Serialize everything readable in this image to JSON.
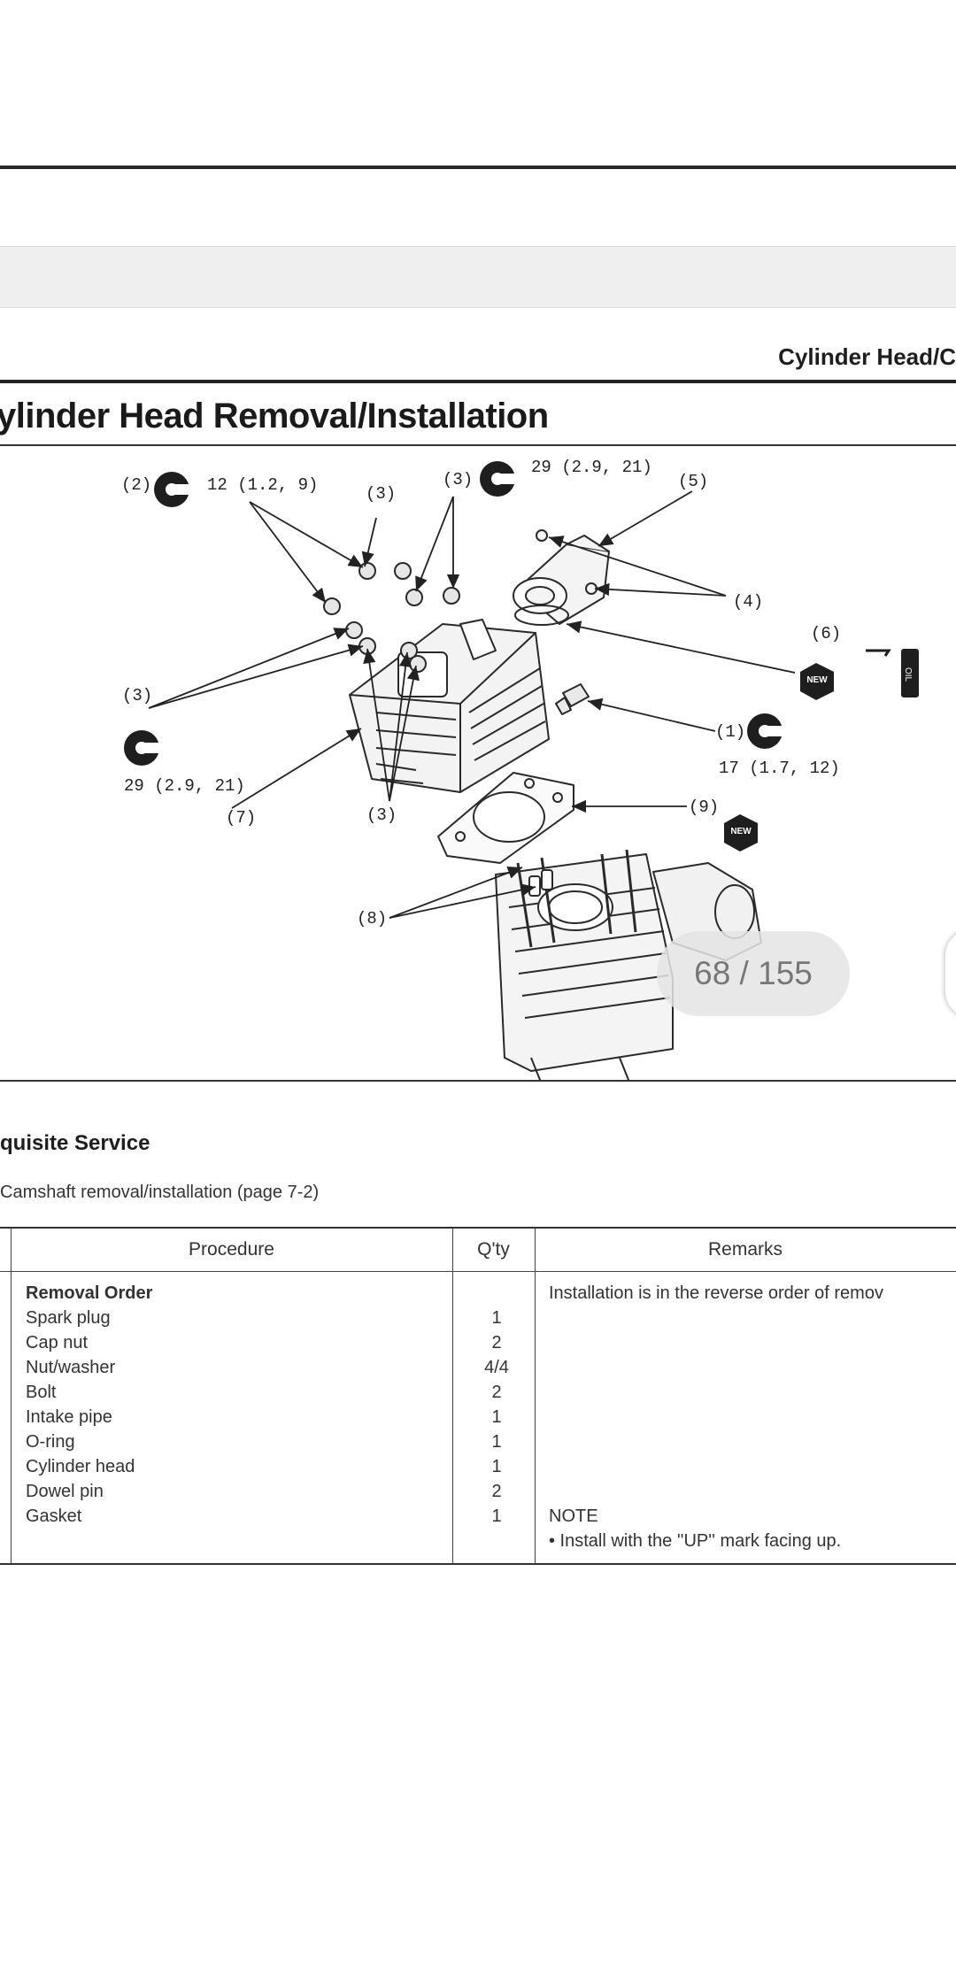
{
  "header_tag": "Cylinder Head/C",
  "title": "ylinder Head Removal/Installation",
  "diagram": {
    "labels": {
      "l2": "(2)",
      "t12": "12 (1.2, 9)",
      "l3a": "(3)",
      "l3b": "(3)",
      "t29a": "29 (2.9, 21)",
      "l5": "(5)",
      "l4": "(4)",
      "l6": "(6)",
      "l3c": "(3)",
      "l1": "(1)",
      "t17": "17 (1.7, 12)",
      "t29b": "29 (2.9, 21)",
      "l7": "(7)",
      "l3d": "(3)",
      "l9": "(9)",
      "l8": "(8)"
    },
    "new_badge": "NEW",
    "oil_text": "OIL"
  },
  "page_indicator": "68 / 155",
  "section_title": "quisite Service",
  "subsection": "Camshaft removal/installation (page 7-2)",
  "table": {
    "headers": {
      "procedure": "Procedure",
      "qty": "Q'ty",
      "remarks": "Remarks"
    },
    "rows": [
      {
        "procedure": "Removal Order",
        "qty": "",
        "remarks": "Installation is in the reverse order of remov"
      },
      {
        "procedure": "Spark plug",
        "qty": "1",
        "remarks": ""
      },
      {
        "procedure": "Cap nut",
        "qty": "2",
        "remarks": ""
      },
      {
        "procedure": "Nut/washer",
        "qty": "4/4",
        "remarks": ""
      },
      {
        "procedure": "Bolt",
        "qty": "2",
        "remarks": ""
      },
      {
        "procedure": "Intake pipe",
        "qty": "1",
        "remarks": ""
      },
      {
        "procedure": "O-ring",
        "qty": "1",
        "remarks": ""
      },
      {
        "procedure": "Cylinder head",
        "qty": "1",
        "remarks": ""
      },
      {
        "procedure": "Dowel pin",
        "qty": "2",
        "remarks": ""
      },
      {
        "procedure": "Gasket",
        "qty": "1",
        "remarks": "NOTE"
      }
    ],
    "note": "•  Install with the ''UP'' mark facing up."
  }
}
